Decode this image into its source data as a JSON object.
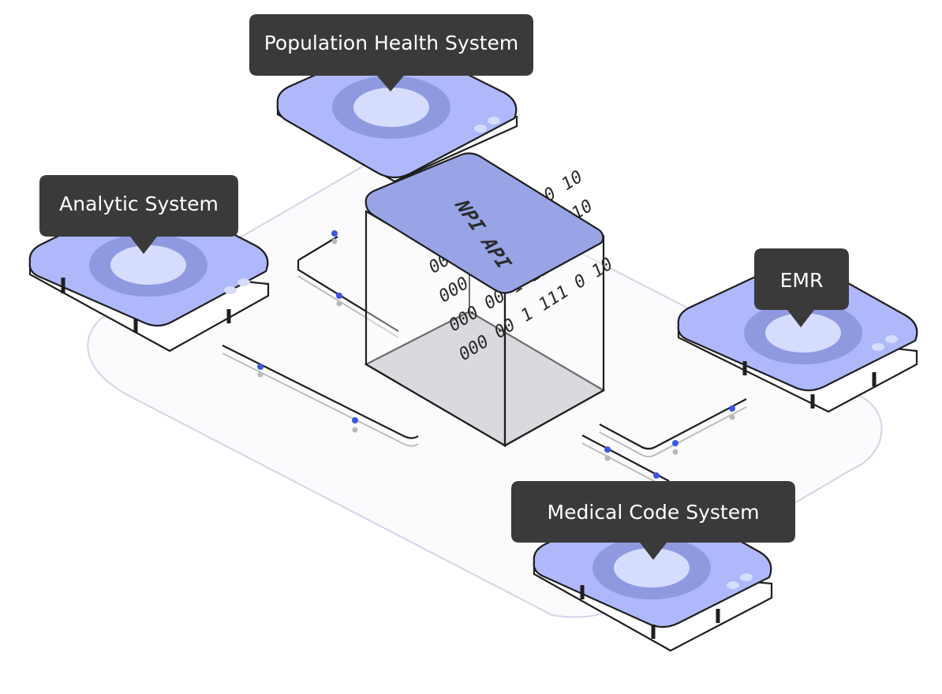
{
  "diagram": {
    "hub": {
      "label": "NPI API",
      "binary_lines": [
        "000 00 1 111 0 10",
        "000 00 1 111 0 10",
        "000 00 1 111 0 10",
        "000 00 1 111 0 10"
      ]
    },
    "nodes": [
      {
        "id": "population-health",
        "label": "Population Health System"
      },
      {
        "id": "analytic",
        "label": "Analytic System"
      },
      {
        "id": "emr",
        "label": "EMR"
      },
      {
        "id": "medical-code",
        "label": "Medical Code System"
      }
    ]
  },
  "colors": {
    "device_top": "#aeb8fb",
    "device_ring": "#8f99e0",
    "device_center": "#d6dcfd",
    "callout_bg": "#3a3a3a",
    "cube_top": "#98a4e6",
    "cube_floor": "#c3c6cc",
    "dot_blue": "#3d55e0",
    "dot_gray": "#b9b9b9",
    "outline": "#1e1e1e"
  }
}
